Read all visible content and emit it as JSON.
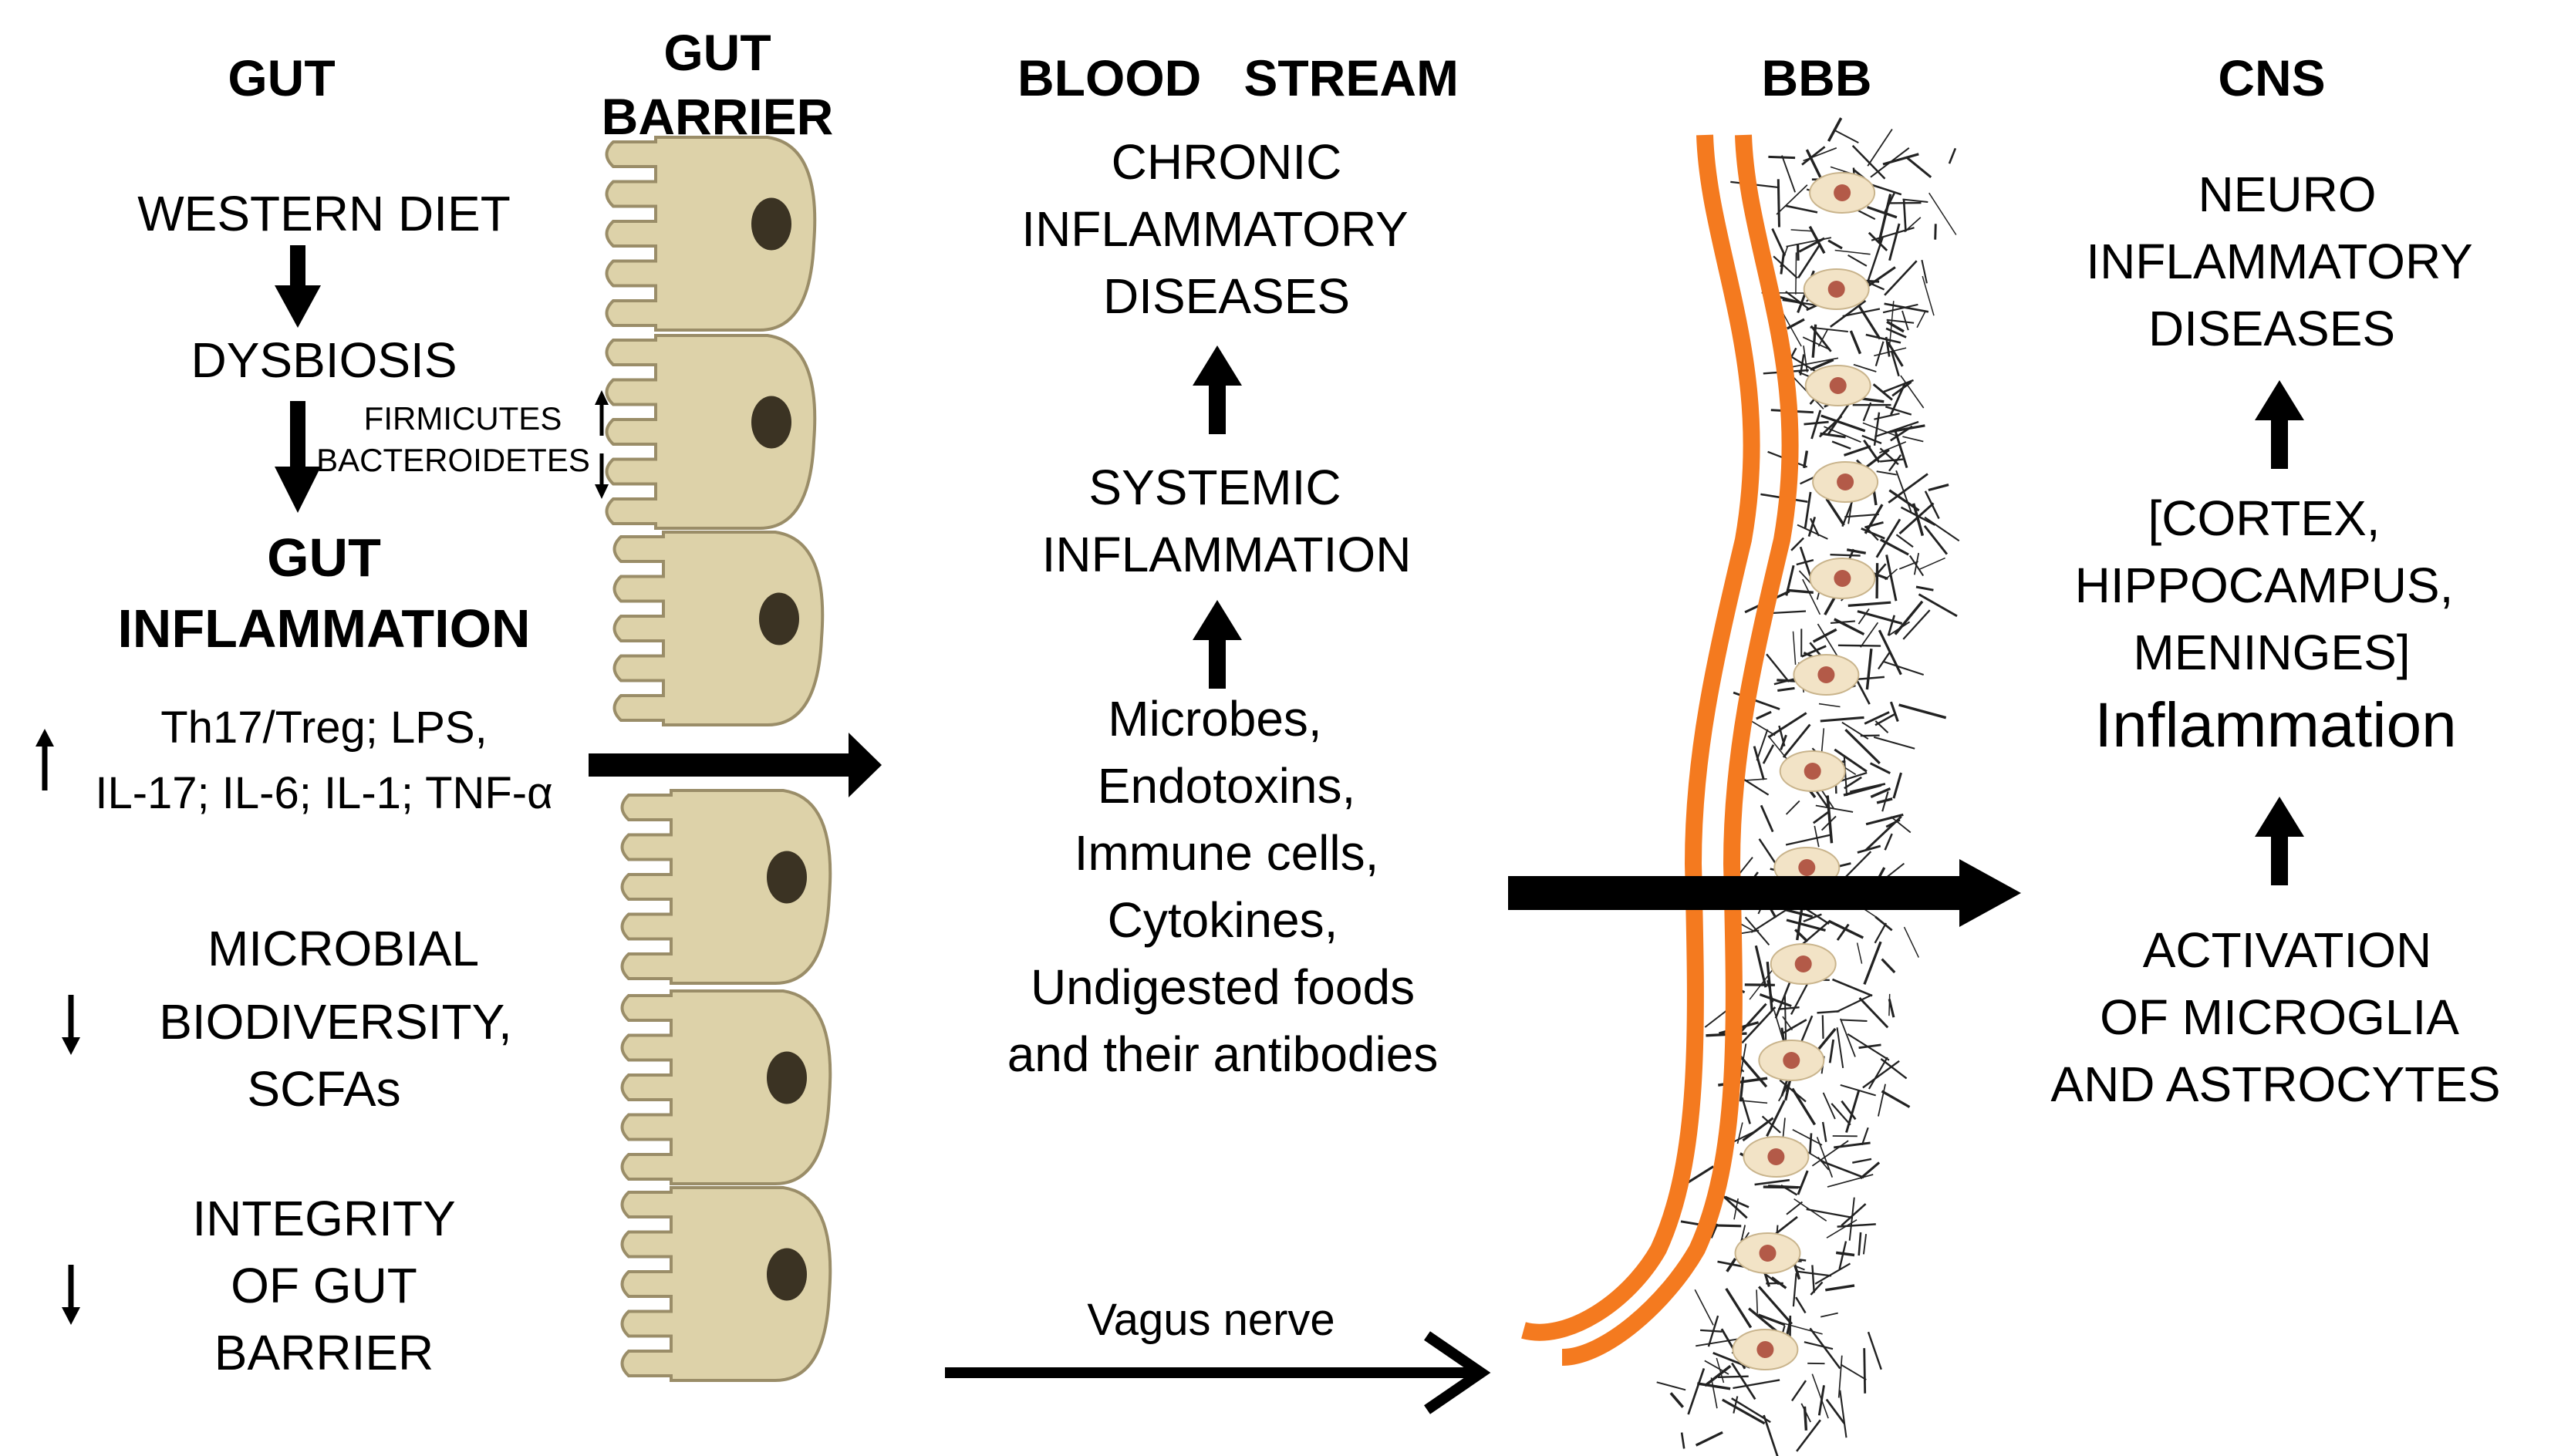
{
  "headers": {
    "gut": "GUT",
    "gut_barrier_1": "GUT",
    "gut_barrier_2": "BARRIER",
    "blood_stream": "BLOOD   STREAM",
    "bbb": "BBB",
    "cns": "CNS"
  },
  "gut": {
    "western_diet": "WESTERN DIET",
    "dysbiosis": "DYSBIOSIS",
    "firmicutes": "FIRMICUTES",
    "bacteroidetes": "BACTEROIDETES",
    "gut_inflammation_1": "GUT",
    "gut_inflammation_2": "INFLAMMATION",
    "markers_1": "Th17/Treg; LPS,",
    "markers_2": "IL-17; IL-6; IL-1; TNF-α",
    "biodiversity_1": "MICROBIAL",
    "biodiversity_2": "BIODIVERSITY,",
    "biodiversity_3": "SCFAs",
    "integrity_1": "INTEGRITY",
    "integrity_2": "OF GUT",
    "integrity_3": "BARRIER"
  },
  "blood": {
    "chronic_1": "CHRONIC",
    "chronic_2": "INFLAMMATORY",
    "chronic_3": "DISEASES",
    "systemic_1": "SYSTEMIC",
    "systemic_2": "INFLAMMATION",
    "agents": [
      "Microbes,",
      "Endotoxins,",
      "Immune cells,",
      "Cytokines,",
      "Undigested foods",
      "and their antibodies"
    ],
    "vagus": "Vagus nerve"
  },
  "cns": {
    "neuro_1": "NEURO",
    "neuro_2": "INFLAMMATORY",
    "neuro_3": "DISEASES",
    "regions_1": "[CORTEX,",
    "regions_2": "HIPPOCAMPUS,",
    "regions_3": "MENINGES]",
    "inflammation": "Inflammation",
    "activation_1": "ACTIVATION",
    "activation_2": "OF MICROGLIA",
    "activation_3": "AND ASTROCYTES"
  },
  "colors": {
    "cell_fill": "#ddd2a9",
    "cell_stroke": "#9a8d68",
    "nucleus": "#3b3323",
    "bbb_orange": "#f47a1f",
    "neuron_fill": "#f2e3c6",
    "neuron_core": "#b35a48",
    "arrow": "#000000"
  }
}
